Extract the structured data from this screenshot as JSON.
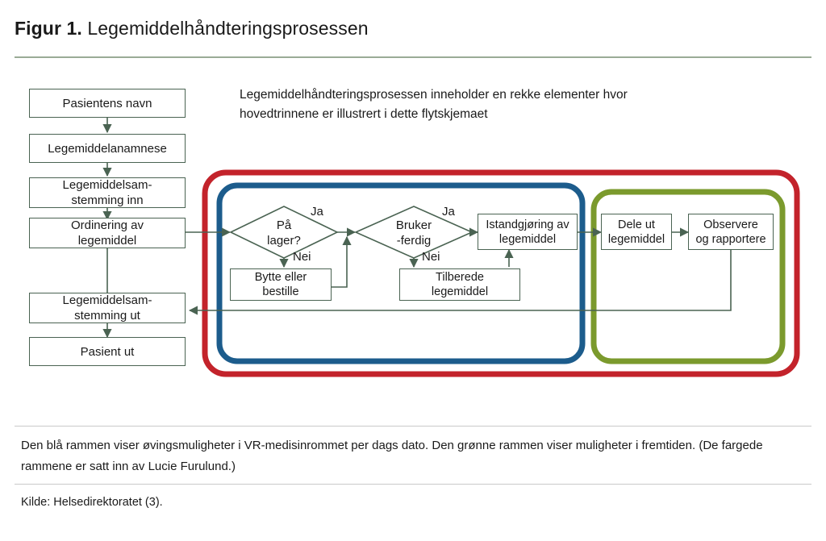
{
  "figure": {
    "label": "Figur 1.",
    "title": "Legemiddelhåndteringsprosessen",
    "intro": "Legemiddelhåndteringsprosessen inneholder en rekke elementer hvor hovedtrinnene er illustrert i dette flytskjemaet",
    "caption": "Den blå rammen viser øvingsmuligheter i VR-medisinrommet per dags dato. Den grønne rammen viser muligheter i fremtiden. (De fargede rammene er satt inn av Lucie Furulund.)",
    "source": "Kilde: Helsedirektoratet (3)."
  },
  "colors": {
    "rule": "#9aab96",
    "box_border": "#4a6352",
    "connector": "#4a6352",
    "frame_red": "#c3232b",
    "frame_blue": "#1c5c8c",
    "frame_green": "#7b9a2d",
    "text": "#1a1a1a",
    "background": "#ffffff"
  },
  "flowchart": {
    "type": "flowchart",
    "left_column": [
      {
        "id": "pasientens-navn",
        "label": "Pasientens navn"
      },
      {
        "id": "legemiddelanamnese",
        "label": "Legemiddelanamnese"
      },
      {
        "id": "legemiddelsamstemming-inn",
        "label": "Legemiddelsam-\nstemming inn",
        "line1": "Legemiddelsam-",
        "line2": "stemming inn"
      },
      {
        "id": "ordinering-av-legemiddel",
        "label": "Ordinering av\nlegemiddel",
        "line1": "Ordinering av",
        "line2": "legemiddel"
      },
      {
        "id": "legemiddelsamstemming-ut",
        "label": "Legemiddelsam-\nstemming ut",
        "line1": "Legemiddelsam-",
        "line2": "stemming ut"
      },
      {
        "id": "pasient-ut",
        "label": "Pasient ut"
      }
    ],
    "decisions": [
      {
        "id": "pa-lager",
        "line1": "På",
        "line2": "lager?",
        "yes": "Ja",
        "no": "Nei"
      },
      {
        "id": "bruker-ferdig",
        "line1": "Bruker",
        "line2": "-ferdig",
        "yes": "Ja",
        "no": "Nei"
      }
    ],
    "process_nodes": [
      {
        "id": "bytte-eller-bestille",
        "line1": "Bytte eller",
        "line2": "bestille"
      },
      {
        "id": "tilberede-legemiddel",
        "line1": "Tilberede",
        "line2": "legemiddel"
      },
      {
        "id": "istandgjoring-av-legemiddel",
        "line1": "Istandgjøring av",
        "line2": "legemiddel"
      },
      {
        "id": "dele-ut-legemiddel",
        "line1": "Dele ut",
        "line2": "legemiddel"
      },
      {
        "id": "observere-og-rapportere",
        "line1": "Observere",
        "line2": "og rapportere"
      }
    ],
    "frames": [
      {
        "id": "frame-red",
        "color": "#c3232b",
        "meaning": "hele legemiddelhåndteringsprosessen"
      },
      {
        "id": "frame-blue",
        "color": "#1c5c8c",
        "meaning": "øvingsmuligheter i VR-medisinrommet per dags dato"
      },
      {
        "id": "frame-green",
        "color": "#7b9a2d",
        "meaning": "muligheter i fremtiden"
      }
    ]
  }
}
